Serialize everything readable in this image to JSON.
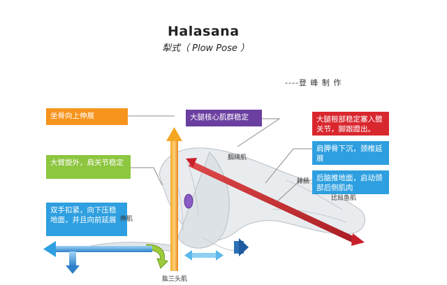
{
  "header": {
    "title": "Halasana",
    "subtitle": "犁式（ Plow Pose ）",
    "credit": "----登 峰 制 作"
  },
  "callouts": {
    "sit_bones": "坐骨向上伸展",
    "upper_arm": "大臂旋外，肩关节稳定",
    "clasp_hands": "双手扣紧，向下压稳地面，并且向前延展",
    "thigh_core": "大腿核心肌群稳定",
    "thigh_root": "大腿根部稳定塞入髋关节，脚跟蹬出。",
    "shoulder_blade": "肩胛骨下沉，颈椎延展",
    "occiput": "后脑推地面，启动颈部后侧肌肉"
  },
  "muscles": {
    "triceps": "肱三头肌",
    "extensor": "伸肌",
    "hamstrings": "腘绳肌",
    "calf": "腓肠",
    "soleus": "比目鱼肌"
  },
  "colors": {
    "orange": "#f7941d",
    "green": "#8dc63f",
    "blue": "#2e9fe0",
    "purple": "#6b3fa0",
    "red": "#d9272e",
    "arrow_red": "#c8202a"
  }
}
